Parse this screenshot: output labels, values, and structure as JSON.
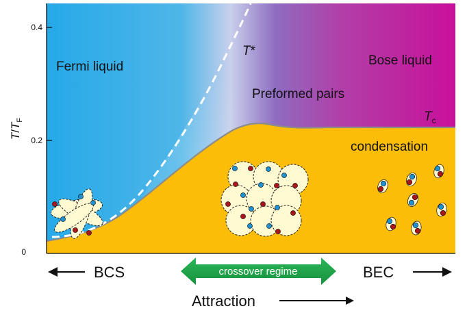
{
  "axes": {
    "ylabel_main": "T",
    "ylabel_slash": "/",
    "ylabel_denom": "T",
    "ylabel_sub": "F",
    "yticks": [
      "0.4",
      "0.2",
      "0"
    ]
  },
  "regions": {
    "fermi_liquid": "Fermi liquid",
    "bose_liquid": "Bose liquid",
    "preformed_pairs": "Preformed pairs",
    "condensation": "condensation"
  },
  "curves": {
    "tstar_main": "T",
    "tstar_sup": "*",
    "tc_main": "T",
    "tc_sub": "c"
  },
  "bottom": {
    "bcs": "BCS",
    "crossover": "crossover regime",
    "bec": "BEC",
    "attraction": "Attraction"
  },
  "colors": {
    "blue": "#29a8e6",
    "magenta": "#c8109a",
    "condensate": "#fbbd08",
    "crossover_arrow": "#1fa14a",
    "pair_fill": "#fffad2",
    "particle_blue": "#1e90d0",
    "particle_red": "#a8151a"
  }
}
